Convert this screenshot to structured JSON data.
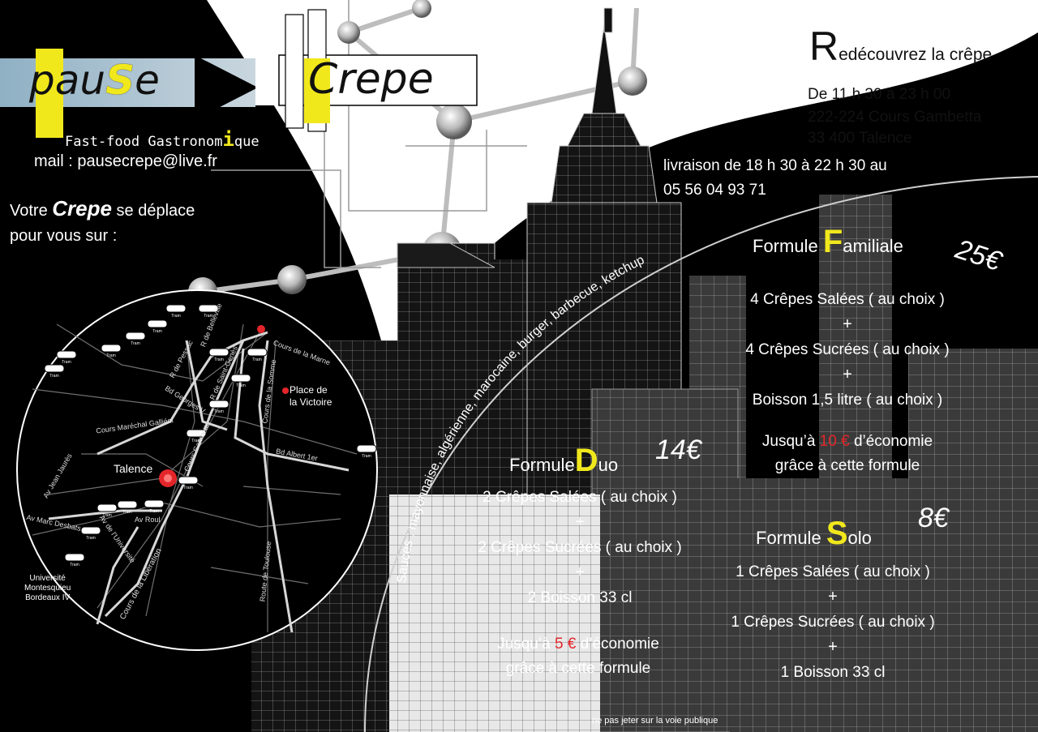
{
  "logo": {
    "word1_part1": "pau",
    "word1_part2": "S",
    "word1_part3": "e",
    "word2_part1": "C",
    "word2_part2": "repe",
    "tagline_part1": "Fast-food Gastronom",
    "tagline_part2": "i",
    "tagline_part3": "que"
  },
  "contact": {
    "mail": "mail : pausecrepe@live.fr",
    "votre": "Votre",
    "crepe_word": "Crepe",
    "se_deplace": "se déplace",
    "pour_vous": "pour vous sur :"
  },
  "header": {
    "redecouvrez_R": "R",
    "redecouvrez_rest": "edécouvrez la crêpe",
    "hours": "De 11 h 30 à 23 h 00",
    "address1": "222-224 Cours Gambetta",
    "address2": "33 400 Talence",
    "delivery": "livraison de 18 h 30 à 22 h 30 au",
    "phone": "05 56 04 93 71"
  },
  "sauces": "Sauces : mayonnaise, algérienne, marocaine, burger, barbecue, ketchup",
  "familiale": {
    "label_pre": "Formule",
    "letter": "F",
    "label_post": "amiliale",
    "price": "25€",
    "line1": "4 Crêpes Salées ( au choix )",
    "plus1": "+",
    "line2": "4 Crêpes Sucrées ( au choix )",
    "plus2": "+",
    "line3": "Boisson 1,5 litre ( au choix )",
    "saving_pre": "Jusqu’à",
    "saving_amount": "10 €",
    "saving_post": "d’économie",
    "saving_line2": "grâce à cette formule"
  },
  "duo": {
    "label_pre": "Formule",
    "letter": "D",
    "label_post": "uo",
    "price": "14€",
    "line1": "2 Crêpes Salées ( au choix )",
    "plus1": "+",
    "line2": "2 Crêpes Sucrées ( au choix )",
    "plus2": "+",
    "line3": "2 Boisson 33 cl",
    "saving_pre": "Jusqu’à",
    "saving_amount": "5 €",
    "saving_post": "d’économie",
    "saving_line2": "grâce à cette formule"
  },
  "solo": {
    "label_pre": "Formule",
    "letter": "S",
    "label_post": "olo",
    "price": "8€",
    "line1": "1 Crêpes Salées ( au choix )",
    "plus1": "+",
    "line2": "1 Crêpes Sucrées ( au choix )",
    "plus2": "+",
    "line3": "1 Boisson 33 cl"
  },
  "map": {
    "talence": "Talence",
    "place_line1": "Place de",
    "place_line2": "la Victoire",
    "university1": "Université",
    "university2": "Montesquieu",
    "university3": "Bordeaux IV",
    "streets": {
      "cours_marechal": "Cours Maréchal Galliéni",
      "r_pessac": "R de Pessac",
      "r_belleville": "R de Belleville",
      "bd_georges": "Bd Georges V",
      "r_saint_genes": "R de Saint-Genès",
      "cours_somme": "Cours de la Somme",
      "cours_marne": "Cours de la Marne",
      "cours_gambetta": "Cours Gambetta",
      "bd_albert": "Bd Albert 1er",
      "av_jean_jaures": "Av Jean Jaurès",
      "av_marc_desbats": "Av Marc Desbats",
      "av_roul": "Av Roul",
      "av_universite": "Av de l’Université",
      "cours_liberation": "Cours de la Libération",
      "route_toulouse": "Route de Toulouse"
    },
    "tram_label": "Tram"
  },
  "footer": "ne pas jeter sur la voie publique",
  "colors": {
    "accent_yellow": "#f1e81c",
    "red": "#e4262a",
    "black": "#000000",
    "logo_blue": "#6f95ad"
  }
}
